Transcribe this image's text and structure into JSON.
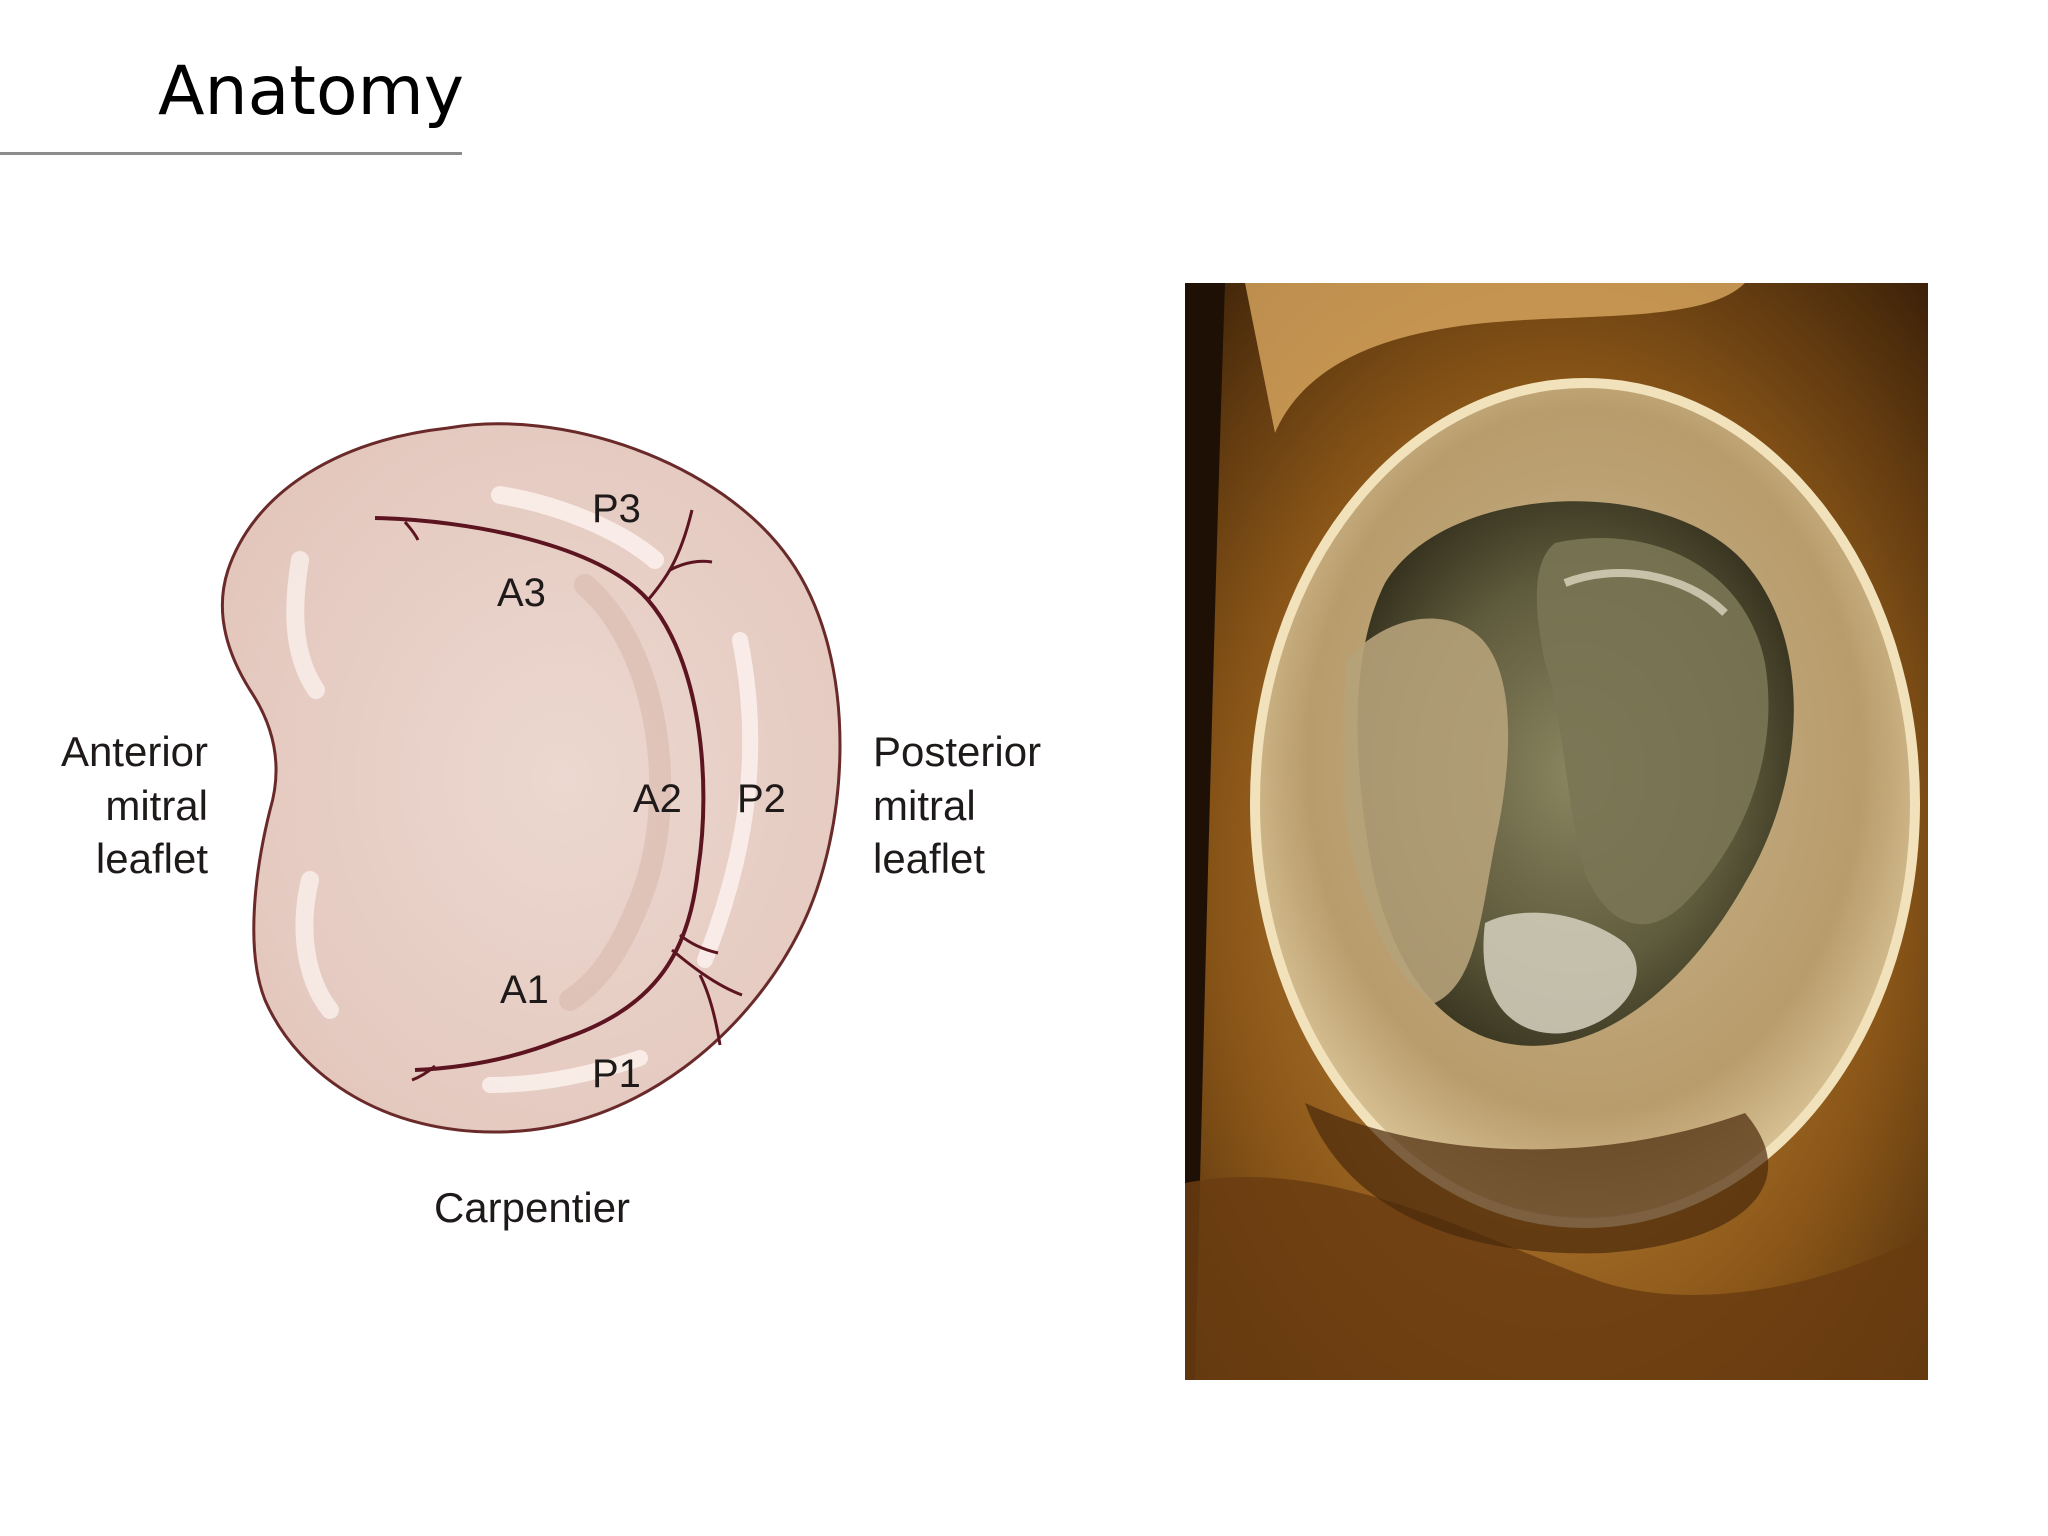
{
  "slide": {
    "title": "Anatomy"
  },
  "diagram": {
    "segments": {
      "p3": "P3",
      "a3": "A3",
      "a2": "A2",
      "p2": "P2",
      "a1": "A1",
      "p1": "P1"
    },
    "left_label": [
      "Anterior",
      "mitral",
      "leaflet"
    ],
    "right_label": [
      "Posterior",
      "mitral",
      "leaflet"
    ],
    "caption": "Carpentier",
    "colors": {
      "leaflet_fill": "#ead4cc",
      "outline": "#6a2a2a",
      "coaptation_line": "#5c1420"
    }
  },
  "photo": {
    "subject": "mitral-valve-specimen"
  }
}
